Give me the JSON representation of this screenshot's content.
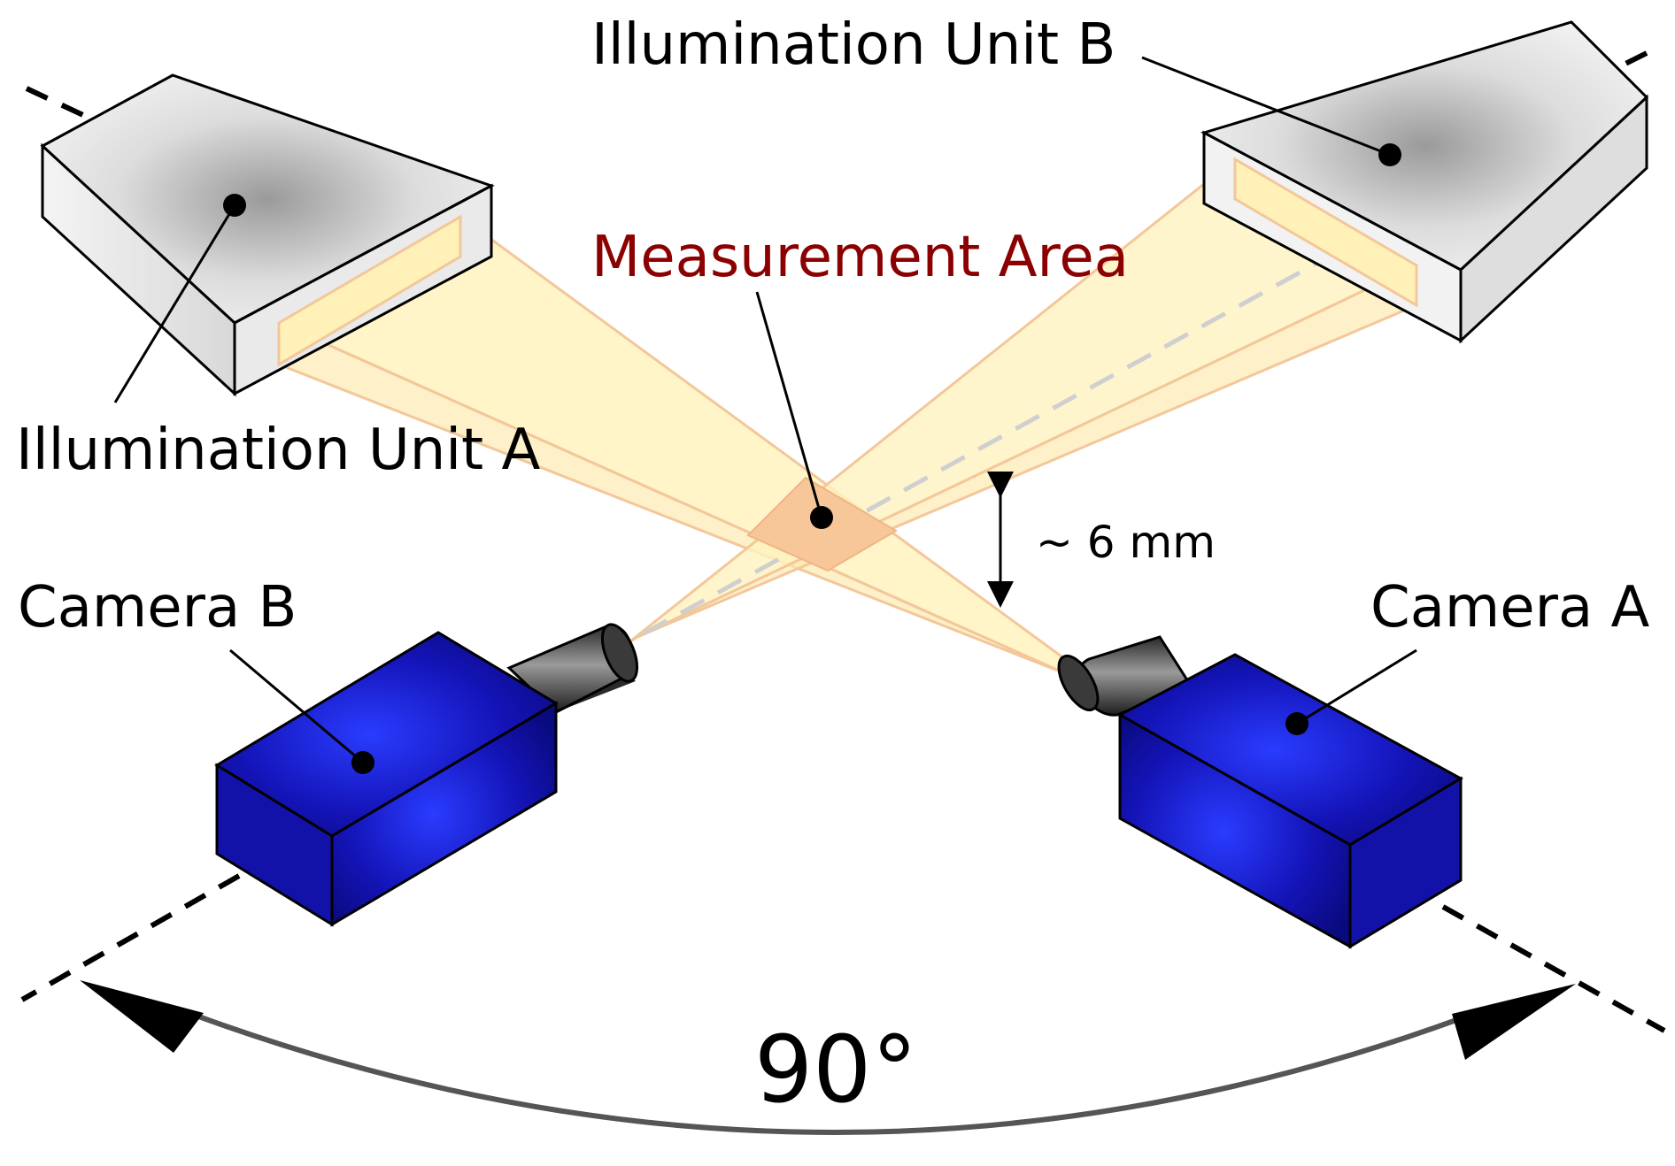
{
  "labels": {
    "illumination_a": "Illumination Unit A",
    "illumination_b": "Illumination Unit B",
    "measurement_area": "Measurement Area",
    "distance": "~ 6 mm",
    "camera_a": "Camera A",
    "camera_b": "Camera B",
    "angle": "90°"
  },
  "colors": {
    "measurement_area_text": "#8b0000",
    "light_beam": "#fff4c4",
    "measurement_patch": "#f7c79a",
    "camera_body": "#1010a8",
    "illumination_body": "#e8e8e8"
  }
}
